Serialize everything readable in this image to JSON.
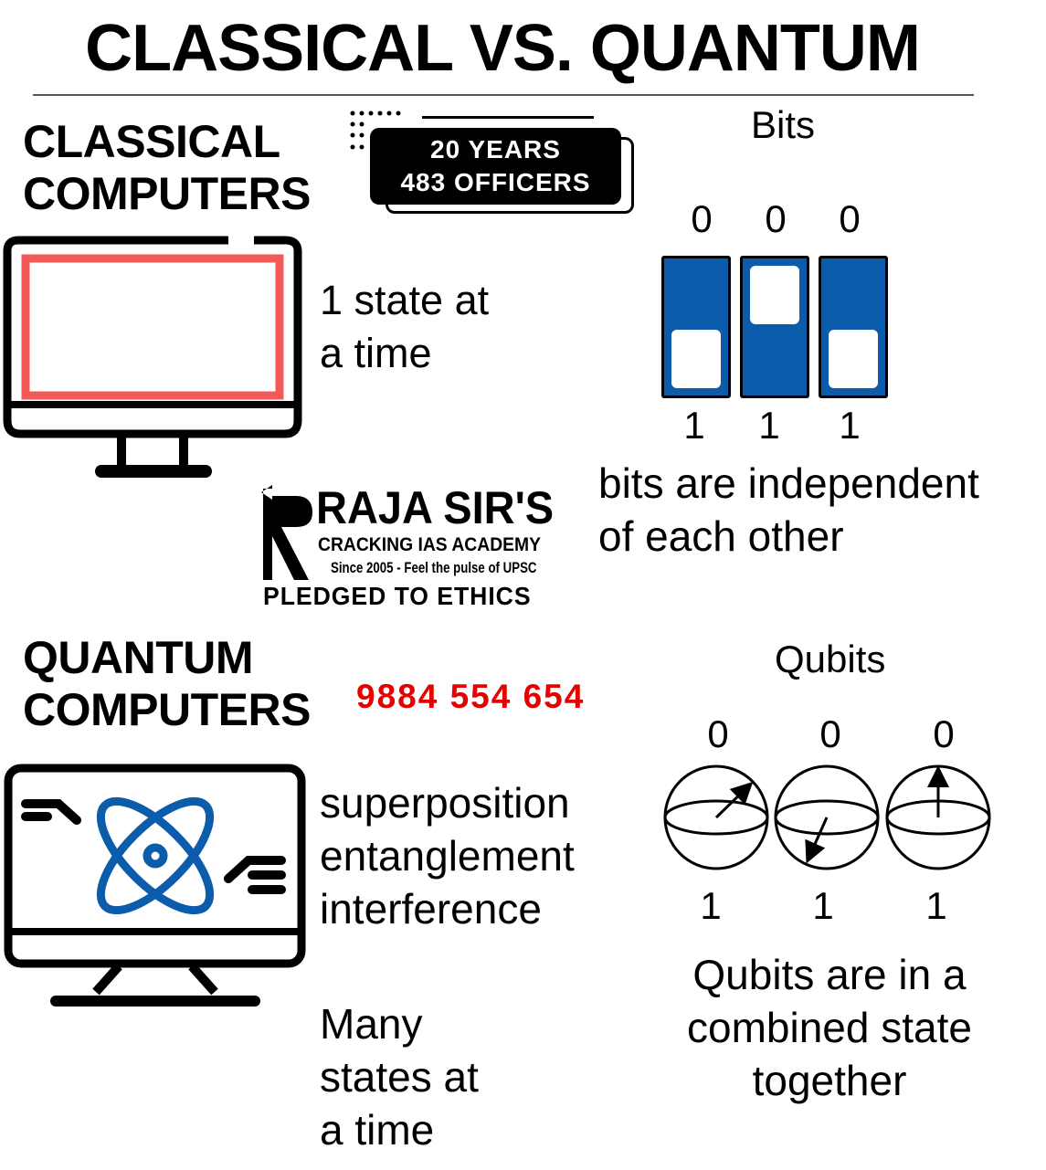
{
  "title": "CLASSICAL VS. QUANTUM",
  "classical": {
    "heading_line1": "CLASSICAL",
    "heading_line2": "COMPUTERS",
    "desc_line1": "1 state at",
    "desc_line2": "a time",
    "bits_label": "Bits",
    "top_digits": [
      "0",
      "0",
      "0"
    ],
    "bottom_digits": [
      "1",
      "1",
      "1"
    ],
    "switch_states": [
      "1",
      "0",
      "1"
    ],
    "note_line1": "bits are independent",
    "note_line2": "of each other",
    "screen_color": "#f25a5a"
  },
  "badge": {
    "line1": "20 YEARS",
    "line2": "483 OFFICERS"
  },
  "logo": {
    "name": "RAJA SIR'S",
    "subtitle": "CRACKING IAS ACADEMY",
    "tagline": "Since 2005 - Feel the pulse of UPSC",
    "motto": "PLEDGED TO ETHICS"
  },
  "phone": "9884 554 654",
  "quantum": {
    "heading_line1": "QUANTUM",
    "heading_line2": "COMPUTERS",
    "properties": [
      "superposition",
      "entanglement",
      "interference"
    ],
    "desc_lines": [
      "Many",
      "states at",
      "a time"
    ],
    "qubits_label": "Qubits",
    "top_digits": [
      "0",
      "0",
      "0"
    ],
    "bottom_digits": [
      "1",
      "1",
      "1"
    ],
    "note_lines": [
      "Qubits are in a",
      "combined state",
      "together"
    ],
    "atom_color": "#0b5cab"
  },
  "colors": {
    "accent_blue": "#0b5cab",
    "phone_red": "#e60000",
    "screen_red": "#f25a5a"
  }
}
